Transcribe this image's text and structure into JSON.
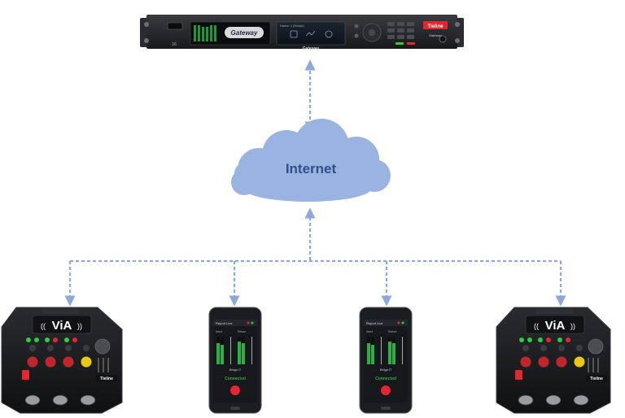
{
  "cloud": {
    "label": "Internet"
  },
  "rack_unit": {
    "brand_logo": "Gateway",
    "sub_brand": "Gateway",
    "maker": "Tieline",
    "model_badge": "Gateway",
    "port_label": "16",
    "screen_title": "Home: 1 (Home)"
  },
  "via_codec": {
    "logo": "ViA",
    "maker": "Tieline"
  },
  "phone": {
    "header": "Report Live",
    "bridge": "Bridge-IT",
    "status": "Connected",
    "left_label": "Send",
    "right_label": "Return"
  },
  "colors": {
    "link": "#8fa8db",
    "cloud": "#9ab3e0",
    "cloud_text": "#2d4f8c",
    "device_dark": "#1e1f22",
    "status_green": "#1f8a3a",
    "accent_red": "#e3262f"
  }
}
